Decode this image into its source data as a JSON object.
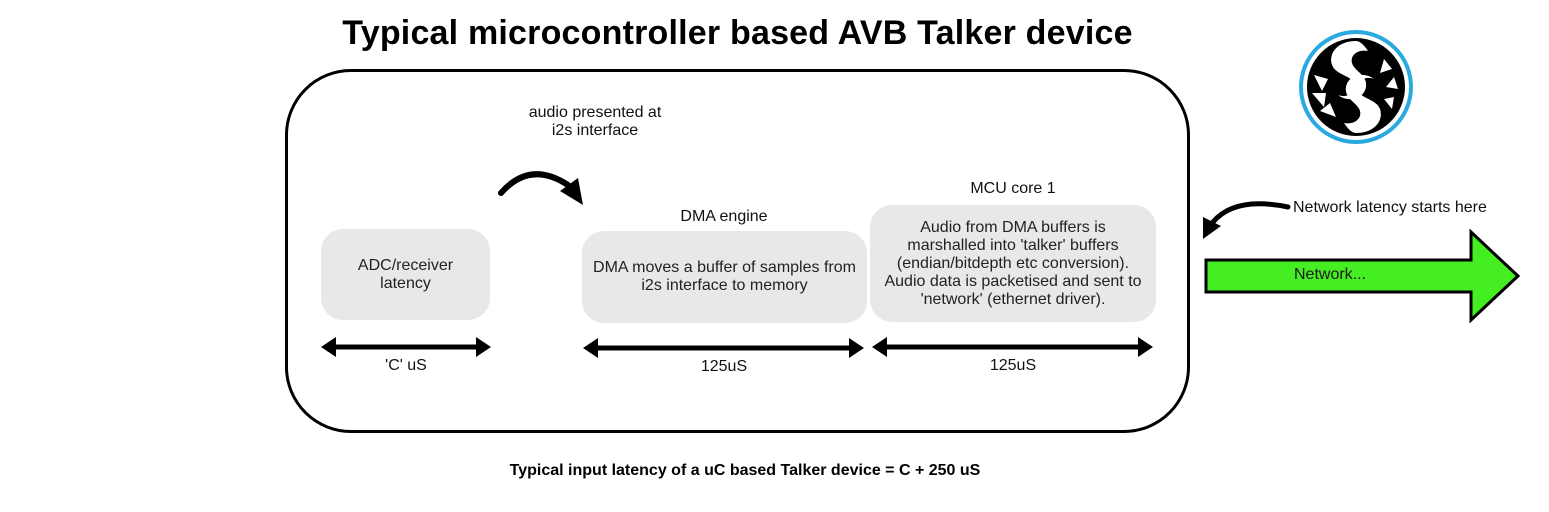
{
  "title": "Typical microcontroller based AVB Talker device",
  "blocks": {
    "adc": {
      "text": "ADC/receiver latency",
      "duration": "'C' uS"
    },
    "dma": {
      "header": "DMA engine",
      "text": "DMA moves a buffer of samples from i2s interface to memory",
      "duration": "125uS"
    },
    "mcu": {
      "header": "MCU core 1",
      "text": "Audio from DMA buffers is marshalled into 'talker' buffers (endian/bitdepth etc conversion). Audio data is packetised and sent to 'network' (ethernet driver).",
      "duration": "125uS"
    }
  },
  "annotations": {
    "i2s": "audio presented at i2s interface",
    "network_start": "Network latency starts here"
  },
  "network": {
    "label": "Network...",
    "color": "#44ee22"
  },
  "logo": {
    "icon": "xmos-logo-icon",
    "ring_color": "#2aa8e0"
  },
  "footer": "Typical input latency of a uC based Talker device = C + 250 uS"
}
